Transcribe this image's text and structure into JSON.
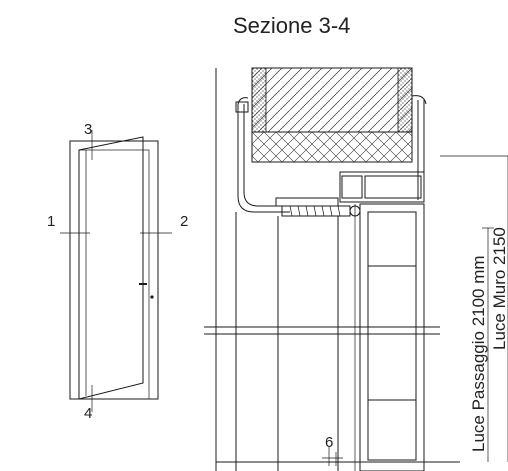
{
  "title": "Sezione 3-4",
  "door_view": {
    "markers": [
      "1",
      "2",
      "3",
      "4"
    ]
  },
  "section": {
    "dimension_small": "6",
    "label_passage": "Luce Passaggio 2100 mm",
    "label_wall": "Luce Muro 2150"
  }
}
